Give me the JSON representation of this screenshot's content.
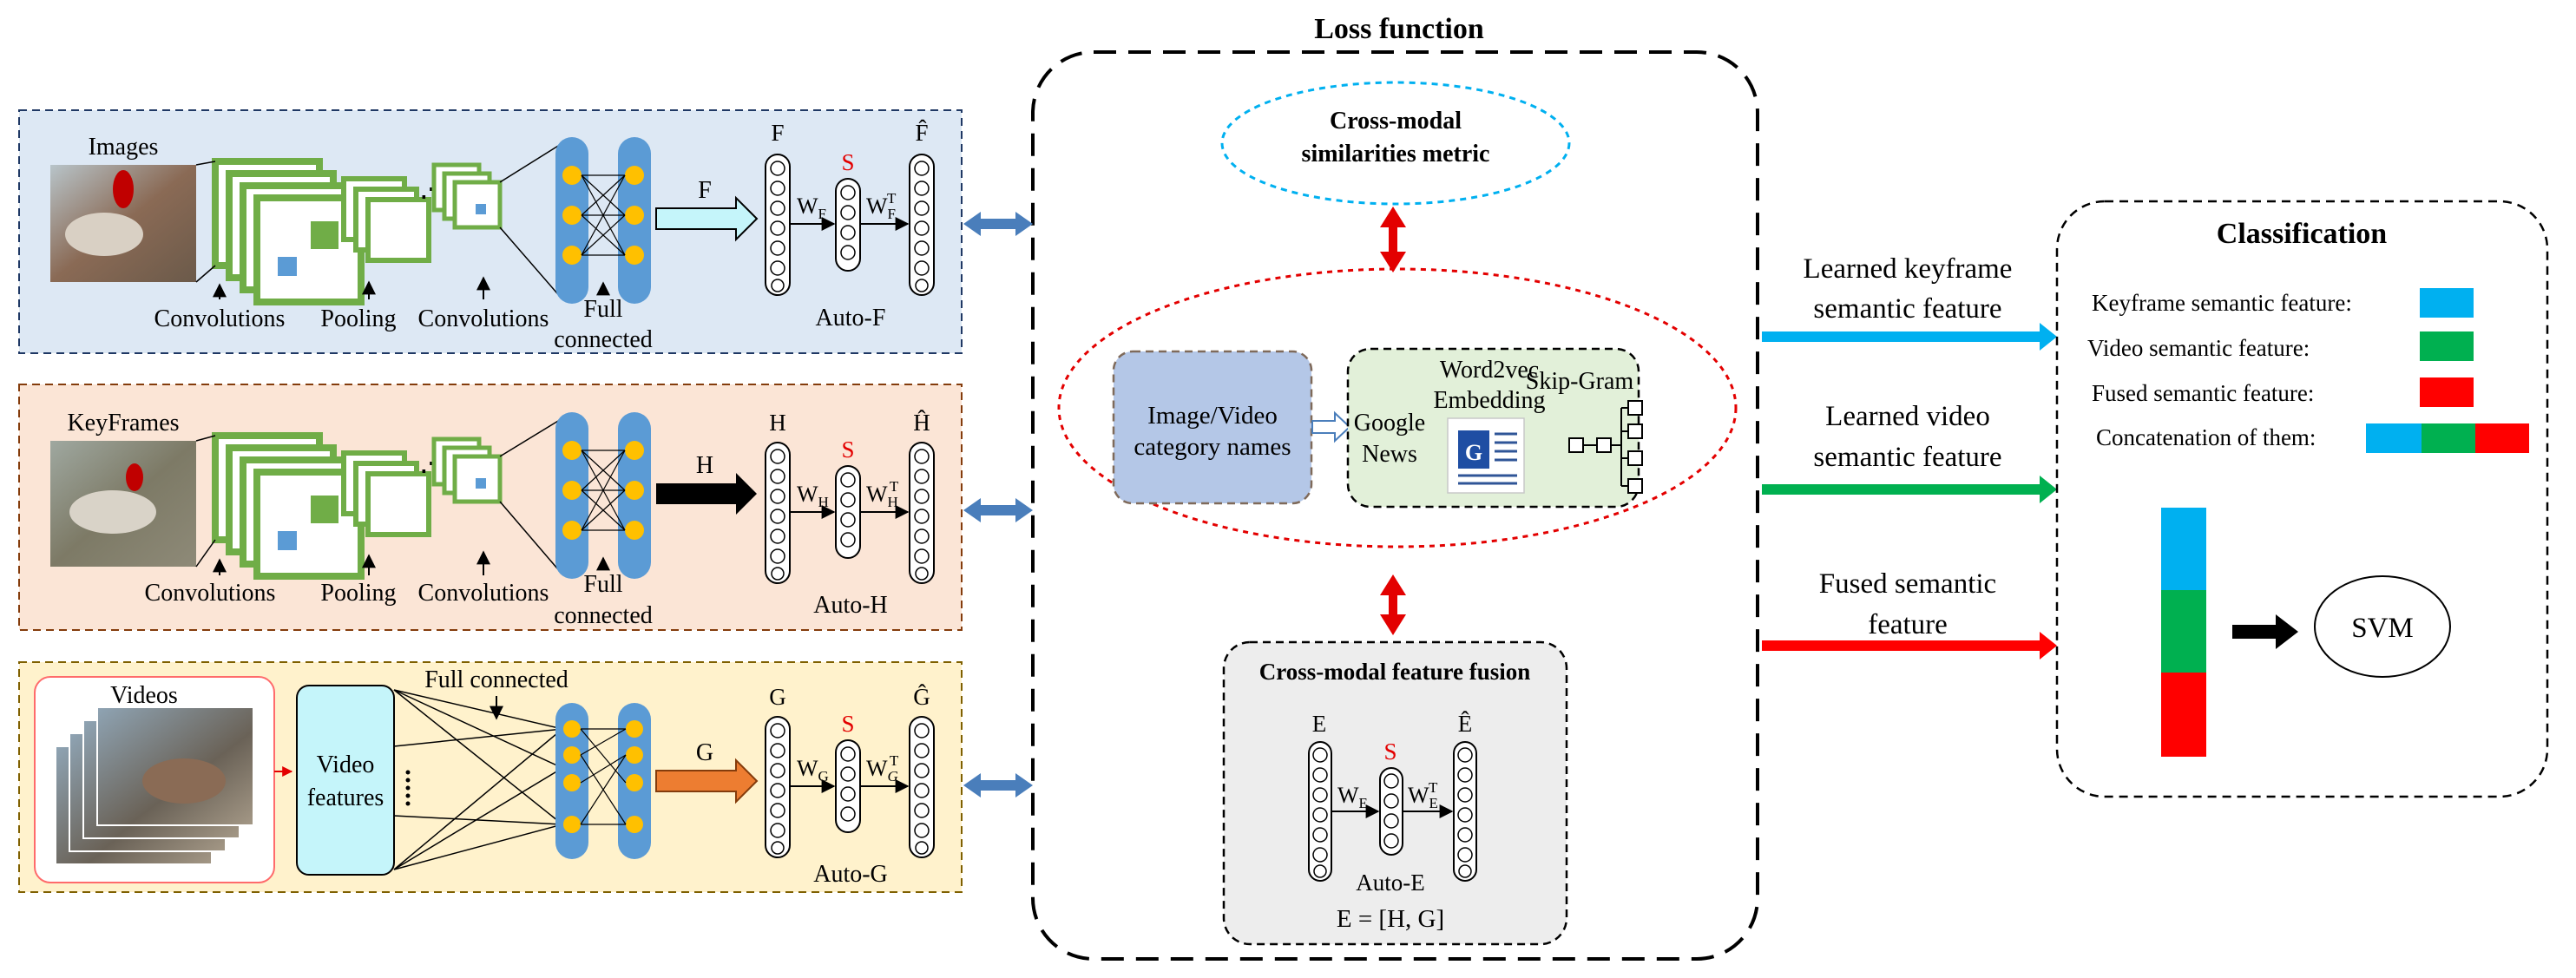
{
  "loss": {
    "title": "Loss function",
    "similarity_line1": "Cross-modal",
    "similarity_line2": "similarities metric",
    "category_line1": "Image/Video",
    "category_line2": "category names",
    "google_line1": "Google",
    "google_line2": "News",
    "word2vec_line1": "Word2vec",
    "word2vec_line2": "Embedding",
    "skipgram": "Skip-Gram",
    "fusion_title": "Cross-modal feature fusion",
    "fusion_in": "E",
    "fusion_s": "S",
    "fusion_out": "Ê",
    "fusion_w1": "W",
    "fusion_w1_sub": "E",
    "fusion_w2": "W",
    "fusion_w2_sub": "E",
    "fusion_w2_sup": "T",
    "fusion_name": "Auto-E",
    "fusion_eq": "E = [H, G]"
  },
  "images_branch": {
    "label": "Images",
    "conv1": "Convolutions",
    "pool": "Pooling",
    "conv2": "Convolutions",
    "fc_line1": "Full",
    "fc_line2": "connected",
    "feature": "F",
    "ae_in": "F",
    "ae_s": "S",
    "ae_out": "F̂",
    "w1": "W",
    "w1_sub": "F",
    "w2": "W",
    "w2_sub": "F",
    "w2_sup": "T",
    "ae_name": "Auto-F"
  },
  "keyframes_branch": {
    "label": "KeyFrames",
    "conv1": "Convolutions",
    "pool": "Pooling",
    "conv2": "Convolutions",
    "fc_line1": "Full",
    "fc_line2": "connected",
    "feature": "H",
    "ae_in": "H",
    "ae_s": "S",
    "ae_out": "Ĥ",
    "w1": "W",
    "w1_sub": "H",
    "w2": "W",
    "w2_sub": "H",
    "w2_sup": "T",
    "ae_name": "Auto-H"
  },
  "videos_branch": {
    "label": "Videos",
    "features_line1": "Video",
    "features_line2": "features",
    "fc": "Full connected",
    "feature": "G",
    "ae_in": "G",
    "ae_s": "S",
    "ae_out": "Ĝ",
    "w1": "W",
    "w1_sub": "G",
    "w2": "W",
    "w2_sub": "G",
    "w2_sup": "T",
    "ae_name": "Auto-G"
  },
  "outputs": {
    "keyframe_line1": "Learned keyframe",
    "keyframe_line2": "semantic feature",
    "video_line1": "Learned video",
    "video_line2": "semantic feature",
    "fused_line1": "Fused semantic",
    "fused_line2": "feature"
  },
  "classification": {
    "title": "Classification",
    "legend_keyframe": "Keyframe semantic feature:",
    "legend_video": "Video semantic feature:",
    "legend_fused": "Fused semantic feature:",
    "legend_concat": "Concatenation of them:",
    "svm": "SVM"
  },
  "colors": {
    "keyframe": "#00b0f0",
    "video": "#00b050",
    "fused": "#ff0000",
    "images_panel": "#dde8f4",
    "keyframes_panel": "#fbe5d6",
    "videos_panel": "#fff2cc",
    "fc_layer": "#5b9bd5",
    "neuron": "#ffc000",
    "conv_green": "#70ad47",
    "category_box": "#b4c7e7",
    "embedding_box": "#e2f0d9",
    "features_box": "#c5f5fa",
    "fusion_box": "#ededed",
    "video_arrow": "#ed7d31",
    "link_arrow": "#4a7ebb",
    "similarity_ring": "#00b0f0"
  },
  "icons": [
    "google-news-icon",
    "skip-gram-tree-icon",
    "image-thumbnail",
    "keyframe-thumbnail",
    "video-stack-thumbnail"
  ]
}
